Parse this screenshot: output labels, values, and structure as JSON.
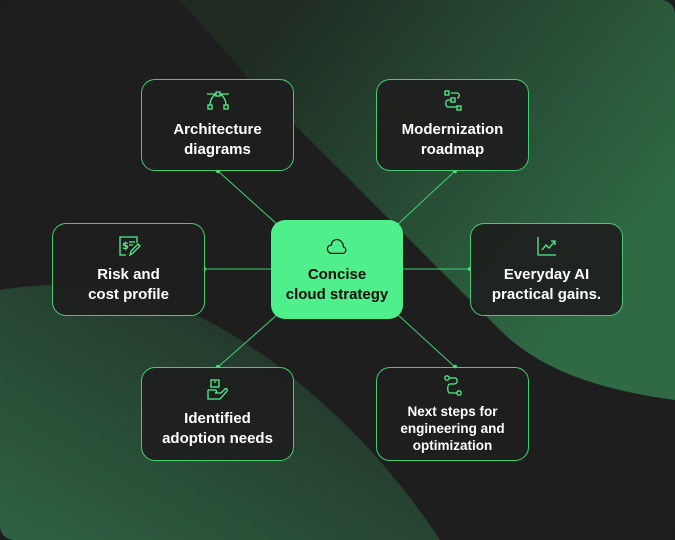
{
  "colors": {
    "accent": "#4ff08c",
    "line": "#3fcf72",
    "bg": "#1e1e1e"
  },
  "center": {
    "label": "Concise\ncloud strategy",
    "icon": "cloud-icon"
  },
  "nodes": [
    {
      "id": "architecture",
      "label": "Architecture\ndiagrams",
      "icon": "bezier-curve-icon"
    },
    {
      "id": "modernization",
      "label": "Modernization\nroadmap",
      "icon": "route-blocks-icon"
    },
    {
      "id": "risk",
      "label": "Risk and\ncost profile",
      "icon": "invoice-pen-icon"
    },
    {
      "id": "everyday",
      "label": "Everyday AI\npractical gains.",
      "icon": "trending-chart-icon"
    },
    {
      "id": "identified",
      "label": "Identified\nadoption needs",
      "icon": "hand-box-icon"
    },
    {
      "id": "nextsteps",
      "label": "Next steps for\nengineering and\noptimization",
      "icon": "path-icon"
    }
  ]
}
